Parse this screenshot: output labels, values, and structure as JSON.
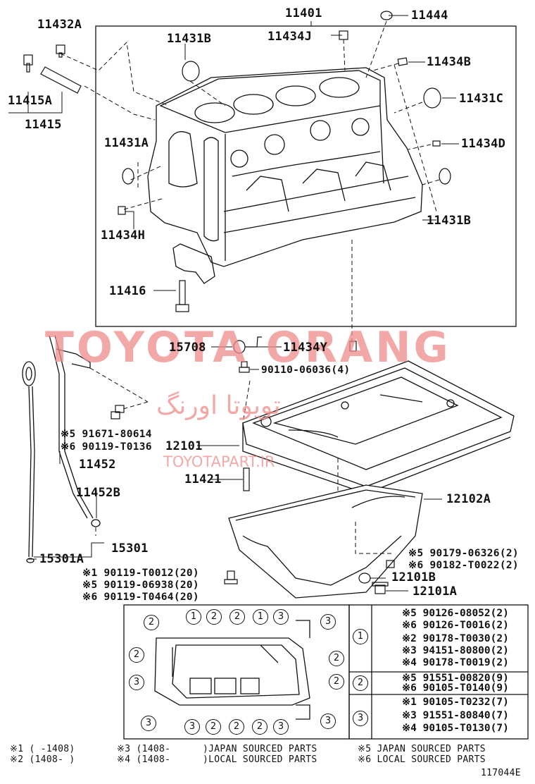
{
  "watermark": {
    "main": "TOYOTA ORANG",
    "persian": "تویوتا اورنگ",
    "sub": "TOYOTAPART.IR"
  },
  "labels": {
    "p11401": "11401",
    "p11444": "11444",
    "p11432A": "11432A",
    "p11431B_top": "11431B",
    "p11434J": "11434J",
    "p11434B": "11434B",
    "p11415A": "11415A",
    "p11415": "11415",
    "p11431C": "11431C",
    "p11431A": "11431A",
    "p11434D": "11434D",
    "p11431B_right": "11431B",
    "p11434H": "11434H",
    "p11416": "11416",
    "p15708": "15708",
    "p11434Y": "11434Y",
    "p90110": "90110-06036(4)",
    "p91671": "※5 91671-80614",
    "p90119_t0136": "※6 90119-T0136",
    "p12101": "12101",
    "p11452": "11452",
    "p11421": "11421",
    "p11452B": "11452B",
    "p12102A": "12102A",
    "p15301A": "15301A",
    "p15301": "15301",
    "p90179": "※5 90179-06326(2)",
    "p90182": "※6 90182-T0022(2)",
    "p12101B": "12101B",
    "p12101A": "12101A",
    "p90119_t0012": "※1 90119-T0012(20)",
    "p90119_06938": "※5 90119-06938(20)",
    "p90119_t0464": "※6 90119-T0464(20)"
  },
  "bolt_table": {
    "group1": [
      "※5 90126-08052(2)",
      "※6 90126-T0016(2)",
      "※2 90178-T0030(2)",
      "※3 94151-80800(2)",
      "※4 90178-T0019(2)"
    ],
    "group2": [
      "※5 91551-00820(9)",
      "※6 90105-T0140(9)"
    ],
    "group3": [
      "※1 90105-T0232(7)",
      "※3 91551-80840(7)",
      "※4 90105-T0130(7)"
    ],
    "row_ids": [
      "1",
      "2",
      "3"
    ]
  },
  "legend": {
    "n1": "※1 (      -1408)",
    "n2": "※2 (1408-      )",
    "n3": "※3 (1408-",
    "n4": "※4 (1408-",
    "japan": ")JAPAN SOURCED PARTS",
    "local": ")LOCAL SOURCED PARTS",
    "n5": "※5 JAPAN SOURCED PARTS",
    "n6": "※6 LOCAL SOURCED PARTS"
  },
  "figure_id": "117044E"
}
